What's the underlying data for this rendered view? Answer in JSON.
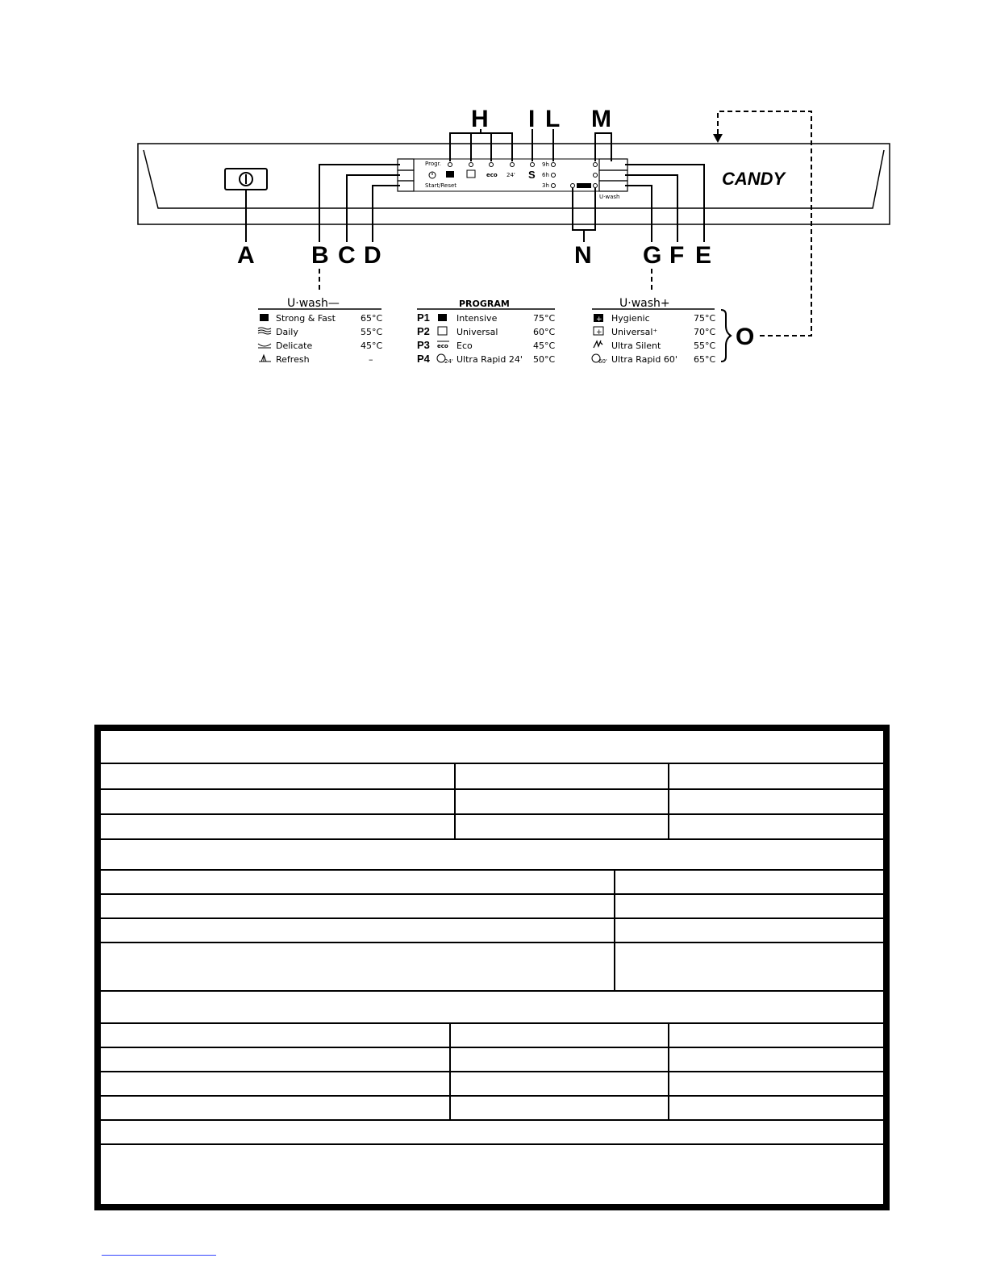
{
  "panel": {
    "brand": "CANDY",
    "progr_label": "Progr.",
    "start_reset_label": "Start/Reset",
    "uwash_label": "U·wash",
    "delay_9h": "9h",
    "delay_6h": "6h",
    "delay_3h": "3h",
    "salt_symbol": "S"
  },
  "callouts": {
    "A": "A",
    "B": "B",
    "C": "C",
    "D": "D",
    "E": "E",
    "F": "F",
    "G": "G",
    "H": "H",
    "I": "I",
    "L": "L",
    "M": "M",
    "N": "N",
    "O": "O"
  },
  "uwash_minus": {
    "title": "U·wash—",
    "rows": [
      {
        "name": "Strong & Fast",
        "temp": "65°C"
      },
      {
        "name": "Daily",
        "temp": "55°C"
      },
      {
        "name": "Delicate",
        "temp": "45°C"
      },
      {
        "name": "Refresh",
        "temp": "–"
      }
    ]
  },
  "program": {
    "title": "PROGRAM",
    "rows": [
      {
        "code": "P1",
        "name": "Intensive",
        "temp": "75°C"
      },
      {
        "code": "P2",
        "name": "Universal",
        "temp": "60°C"
      },
      {
        "code": "P3",
        "name": "Eco",
        "temp": "45°C"
      },
      {
        "code": "P4",
        "name": "Ultra Rapid 24'",
        "temp": "50°C"
      }
    ]
  },
  "uwash_plus": {
    "title": "U·wash+",
    "rows": [
      {
        "name": "Hygienic",
        "temp": "75°C"
      },
      {
        "name": "Universal⁺",
        "temp": "70°C"
      },
      {
        "name": "Ultra Silent",
        "temp": "55°C"
      },
      {
        "name": "Ultra Rapid 60'",
        "temp": "65°C"
      }
    ]
  },
  "icons": {
    "power": "power-icon",
    "intensive": "pot-icon",
    "universal": "pan-icon",
    "eco": "eco-icon",
    "rapid24": "rapid-24-icon",
    "hygienic": "hygienic-icon",
    "ultra_silent": "ultra-silent-icon",
    "rapid60": "rapid-60-icon",
    "daily": "daily-wave-icon",
    "delicate": "delicate-icon",
    "refresh": "refresh-icon",
    "timer": "timer-icon"
  }
}
